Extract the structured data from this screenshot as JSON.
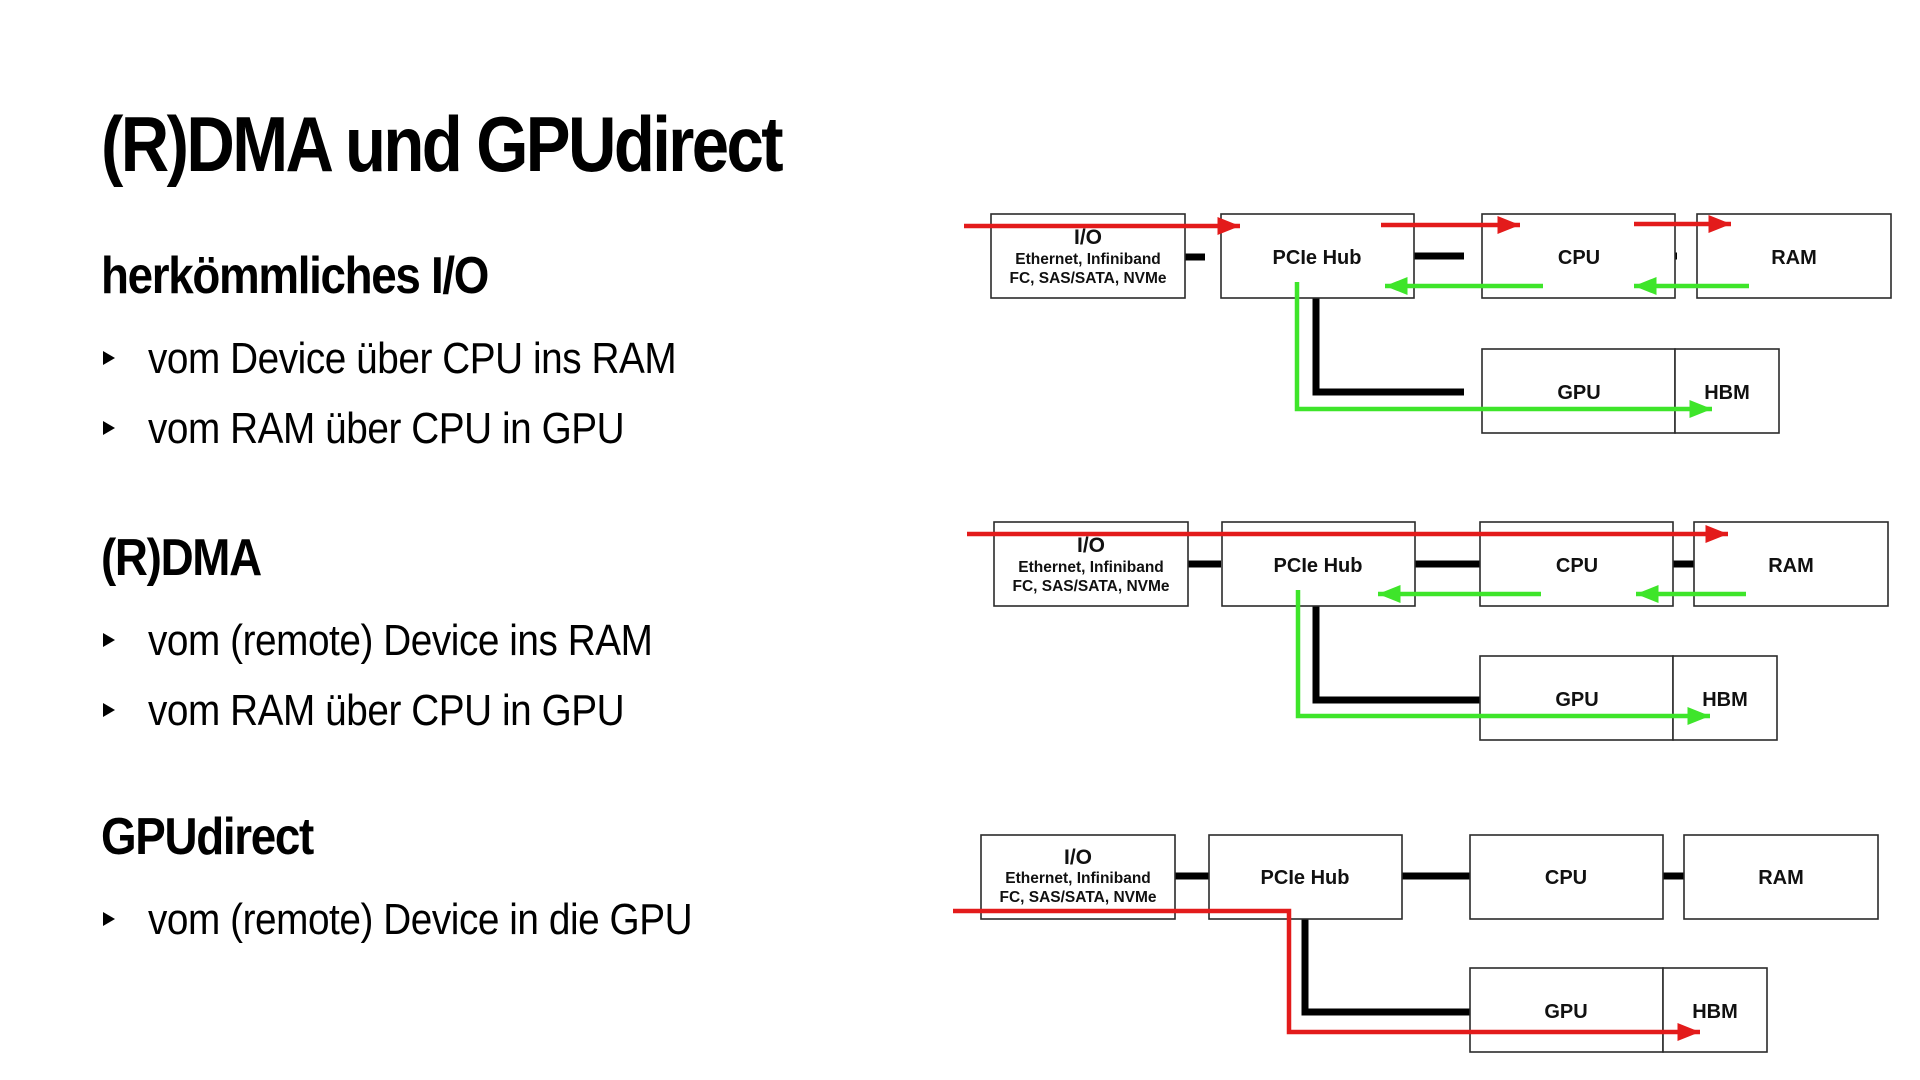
{
  "slide": {
    "title": "(R)DMA und GPUdirect",
    "sections": [
      {
        "heading": "herkömmliches I/O",
        "bullets": [
          "vom Device über CPU ins RAM",
          "vom RAM über CPU in GPU"
        ]
      },
      {
        "heading": "(R)DMA",
        "bullets": [
          "vom (remote) Device ins RAM",
          "vom RAM über CPU in GPU"
        ]
      },
      {
        "heading": "GPUdirect",
        "bullets": [
          "vom (remote) Device in die GPU"
        ]
      }
    ]
  },
  "colors": {
    "data_flow_red": "#e31b1b",
    "data_flow_green": "#3ee52a",
    "bus": "#000000"
  },
  "diagram_labels": {
    "io_title": "I/O",
    "io_line1": "Ethernet, Infiniband",
    "io_line2": "FC, SAS/SATA, NVMe",
    "pcie_hub": "PCIe Hub",
    "cpu": "CPU",
    "ram": "RAM",
    "gpu": "GPU",
    "hbm": "HBM"
  },
  "diagrams": [
    {
      "name": "conventional-io",
      "flows": [
        {
          "color": "red",
          "path": [
            "I/O",
            "PCIe Hub",
            "CPU",
            "RAM"
          ]
        },
        {
          "color": "green",
          "path": [
            "RAM",
            "CPU",
            "PCIe Hub",
            "GPU",
            "HBM"
          ]
        }
      ]
    },
    {
      "name": "rdma",
      "flows": [
        {
          "color": "red",
          "path": [
            "I/O",
            "RAM"
          ]
        },
        {
          "color": "green",
          "path": [
            "RAM",
            "CPU",
            "PCIe Hub",
            "GPU",
            "HBM"
          ]
        }
      ]
    },
    {
      "name": "gpudirect",
      "flows": [
        {
          "color": "red",
          "path": [
            "I/O",
            "PCIe Hub",
            "GPU",
            "HBM"
          ]
        }
      ]
    }
  ]
}
